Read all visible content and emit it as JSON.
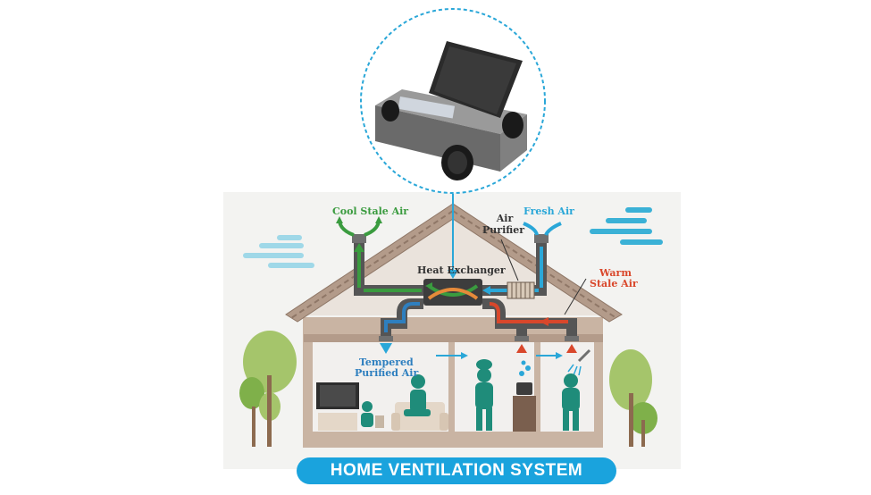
{
  "title": "HOME VENTILATION SYSTEM",
  "labels": {
    "cool_stale_air": "Cool Stale Air",
    "fresh_air": "Fresh Air",
    "air_purifier_line1": "Air",
    "air_purifier_line2": "Purifier",
    "heat_exchanger": "Heat Exchanger",
    "warm_stale_air_line1": "Warm",
    "warm_stale_air_line2": "Stale Air",
    "tempered_purified_air_line1": "Tempered",
    "tempered_purified_air_line2": "Purified Air"
  },
  "colors": {
    "cool_stale": "#3a9b3f",
    "fresh": "#2aa7d8",
    "warm_stale": "#d9472b",
    "tempered": "#2e7fbf",
    "title_bar": "#1aa3dd",
    "figures": "#1f8c7a",
    "roof": "#b39b8a"
  },
  "icons": [
    "ventilation-unit-icon",
    "tv-icon",
    "couch-icon",
    "stove-pot-icon",
    "shower-head-icon",
    "tree-icon",
    "cloud-icon"
  ]
}
